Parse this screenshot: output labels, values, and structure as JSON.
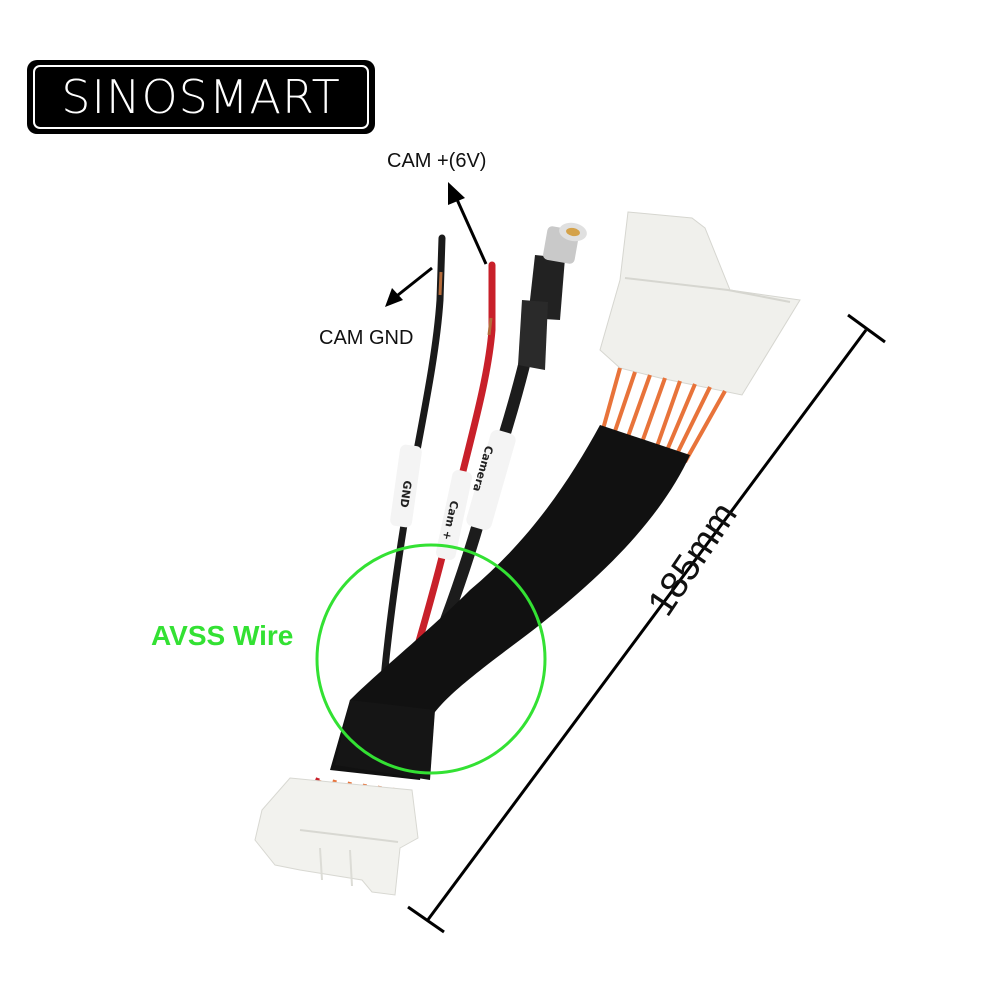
{
  "brand": {
    "logo_text": "SINOSMART"
  },
  "callouts": {
    "cam_positive": "CAM +(6V)",
    "cam_ground": "CAM GND",
    "avss_wire": "AVSS Wire",
    "length": "185mm"
  },
  "wire_tags": {
    "gnd": "GND",
    "cam_plus": "Cam +",
    "camera": "Camera"
  },
  "colors": {
    "highlight_green": "#33e133",
    "wire_red": "#c8202a",
    "wire_black": "#1a1a1a",
    "wire_orange": "#e8733a",
    "connector_white": "#f2f2ee",
    "sleeve_black": "#111111"
  },
  "components": [
    "white-multi-pin-connector-top",
    "white-multi-pin-connector-bottom",
    "rca-camera-jack",
    "red-power-wire",
    "black-ground-wire",
    "braided-sleeve"
  ]
}
